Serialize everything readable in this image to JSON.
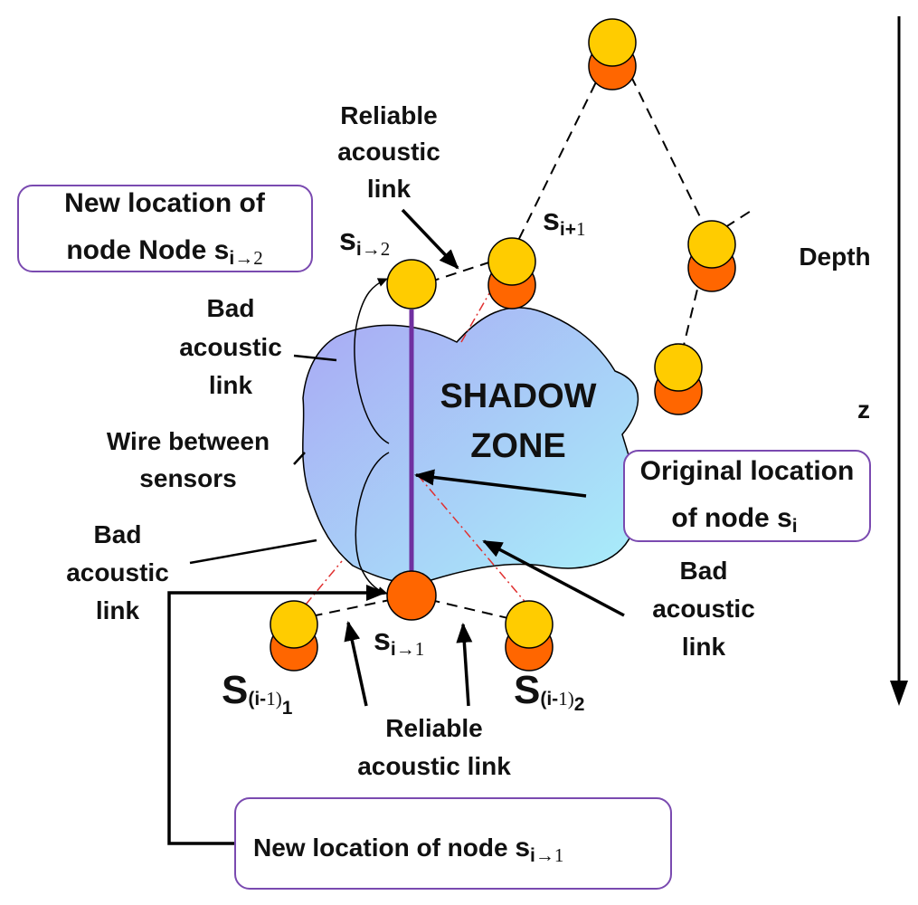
{
  "colors": {
    "node_top": "#FFCC00",
    "node_bottom": "#FF6600",
    "shadow_zone_from": "#A9A8F4",
    "shadow_zone_to": "#A8F0FA",
    "wire": "#7030A0",
    "callout_border": "#7A4AB0",
    "bad_link": "#E03030"
  },
  "labels": {
    "reliable_top": [
      "Reliable",
      "acoustic",
      "link"
    ],
    "bad_left_top": [
      "Bad",
      "acoustic",
      "link"
    ],
    "wire": [
      "Wire between",
      "sensors"
    ],
    "bad_left_bottom": [
      "Bad",
      "acoustic",
      "link"
    ],
    "bad_right_bottom": [
      "Bad",
      "acoustic",
      "link"
    ],
    "reliable_bottom": [
      "Reliable",
      "acoustic link"
    ],
    "shadow_zone": [
      "SHADOW",
      "ZONE"
    ],
    "depth": "Depth",
    "z": "z"
  },
  "callouts": {
    "top_left": {
      "line1": "New location of",
      "line2_prefix": "node Node ",
      "line2_sym": "s",
      "line2_sub": "i",
      "line2_arrow": "→2"
    },
    "right": {
      "line1": "Original location",
      "line2_prefix": "of node ",
      "line2_sym": "s",
      "line2_sub": "i"
    },
    "bottom": {
      "prefix": "New location of node ",
      "sym": "s",
      "sub": "i",
      "arrow": "→1"
    }
  },
  "node_labels": {
    "s_i_to_2": {
      "sym": "s",
      "sub": "i",
      "arrow": "→2"
    },
    "s_i_plus_1": {
      "sym": "s",
      "sub": "i+",
      "num": "1"
    },
    "s_i_to_1": {
      "sym": "s",
      "sub": "i",
      "arrow": "→1"
    },
    "s_im1_1": {
      "sym": "S",
      "open": "(i-",
      "num": "1)",
      "idx": "1"
    },
    "s_im1_2": {
      "sym": "S",
      "open": "(i-",
      "num": "1)",
      "idx": "2"
    }
  }
}
